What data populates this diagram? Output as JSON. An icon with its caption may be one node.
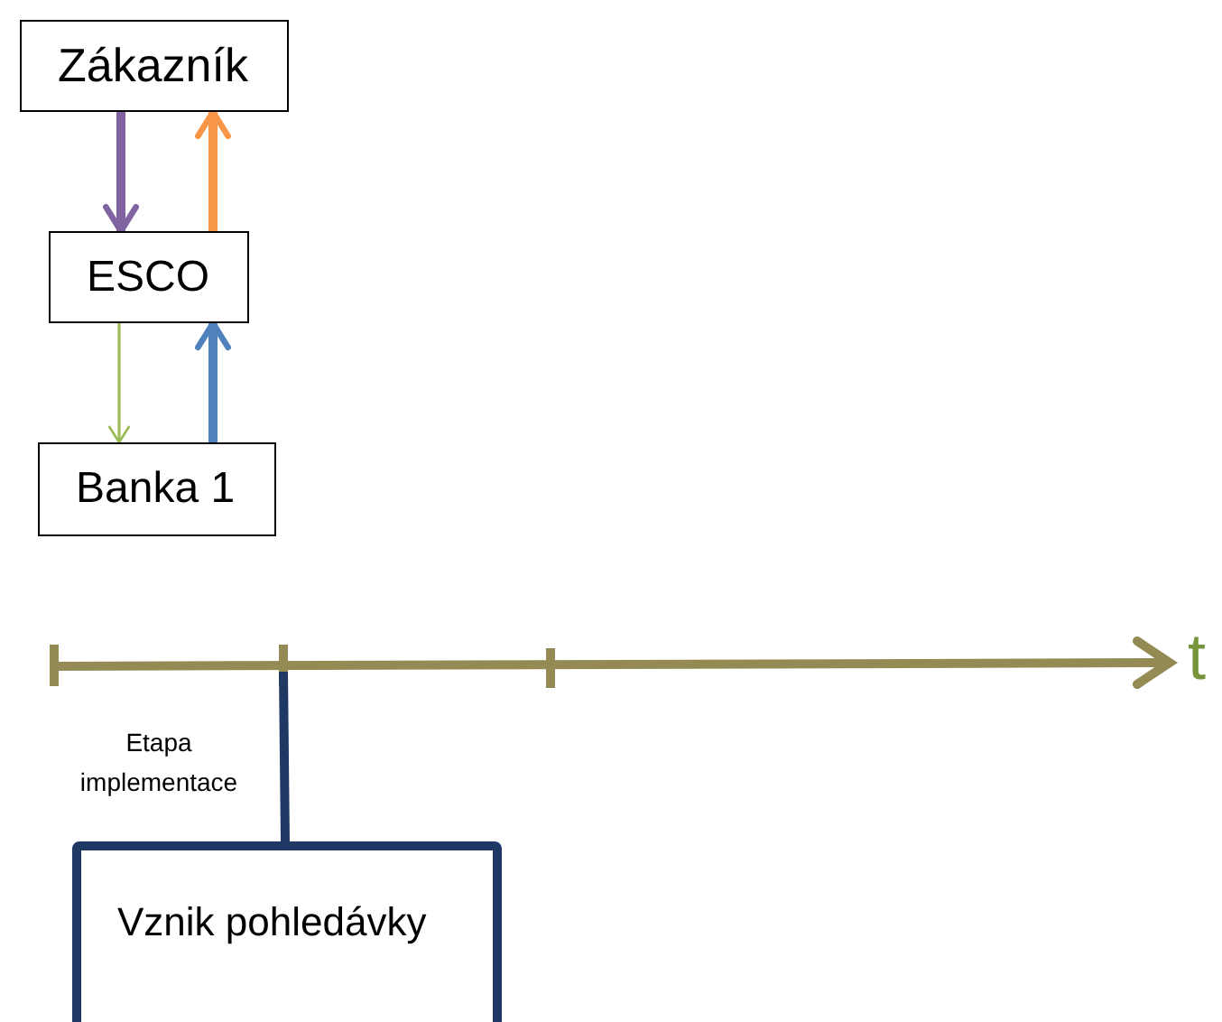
{
  "diagram": {
    "nodes": [
      {
        "text": [
          "Zákazník"
        ]
      },
      {
        "text": [
          "ESCO"
        ]
      },
      {
        "text": [
          "Banka 1"
        ]
      },
      {
        "text": [
          "Vznik pohledávky"
        ]
      }
    ],
    "edges": [
      {
        "from": 0,
        "to": 1,
        "arrow": "to",
        "color": "#8064a2"
      },
      {
        "from": 1,
        "to": 0,
        "arrow": "to",
        "color": "#f79646"
      },
      {
        "from": 1,
        "to": 2,
        "arrow": "to",
        "color": "#9bbb59"
      },
      {
        "from": 2,
        "to": 1,
        "arrow": "to",
        "color": "#4f81bd"
      },
      {
        "from": 3,
        "to": null,
        "arrow": "none",
        "color": "#1f3864"
      }
    ],
    "labels": [
      "t",
      "Etapa implementace"
    ]
  }
}
